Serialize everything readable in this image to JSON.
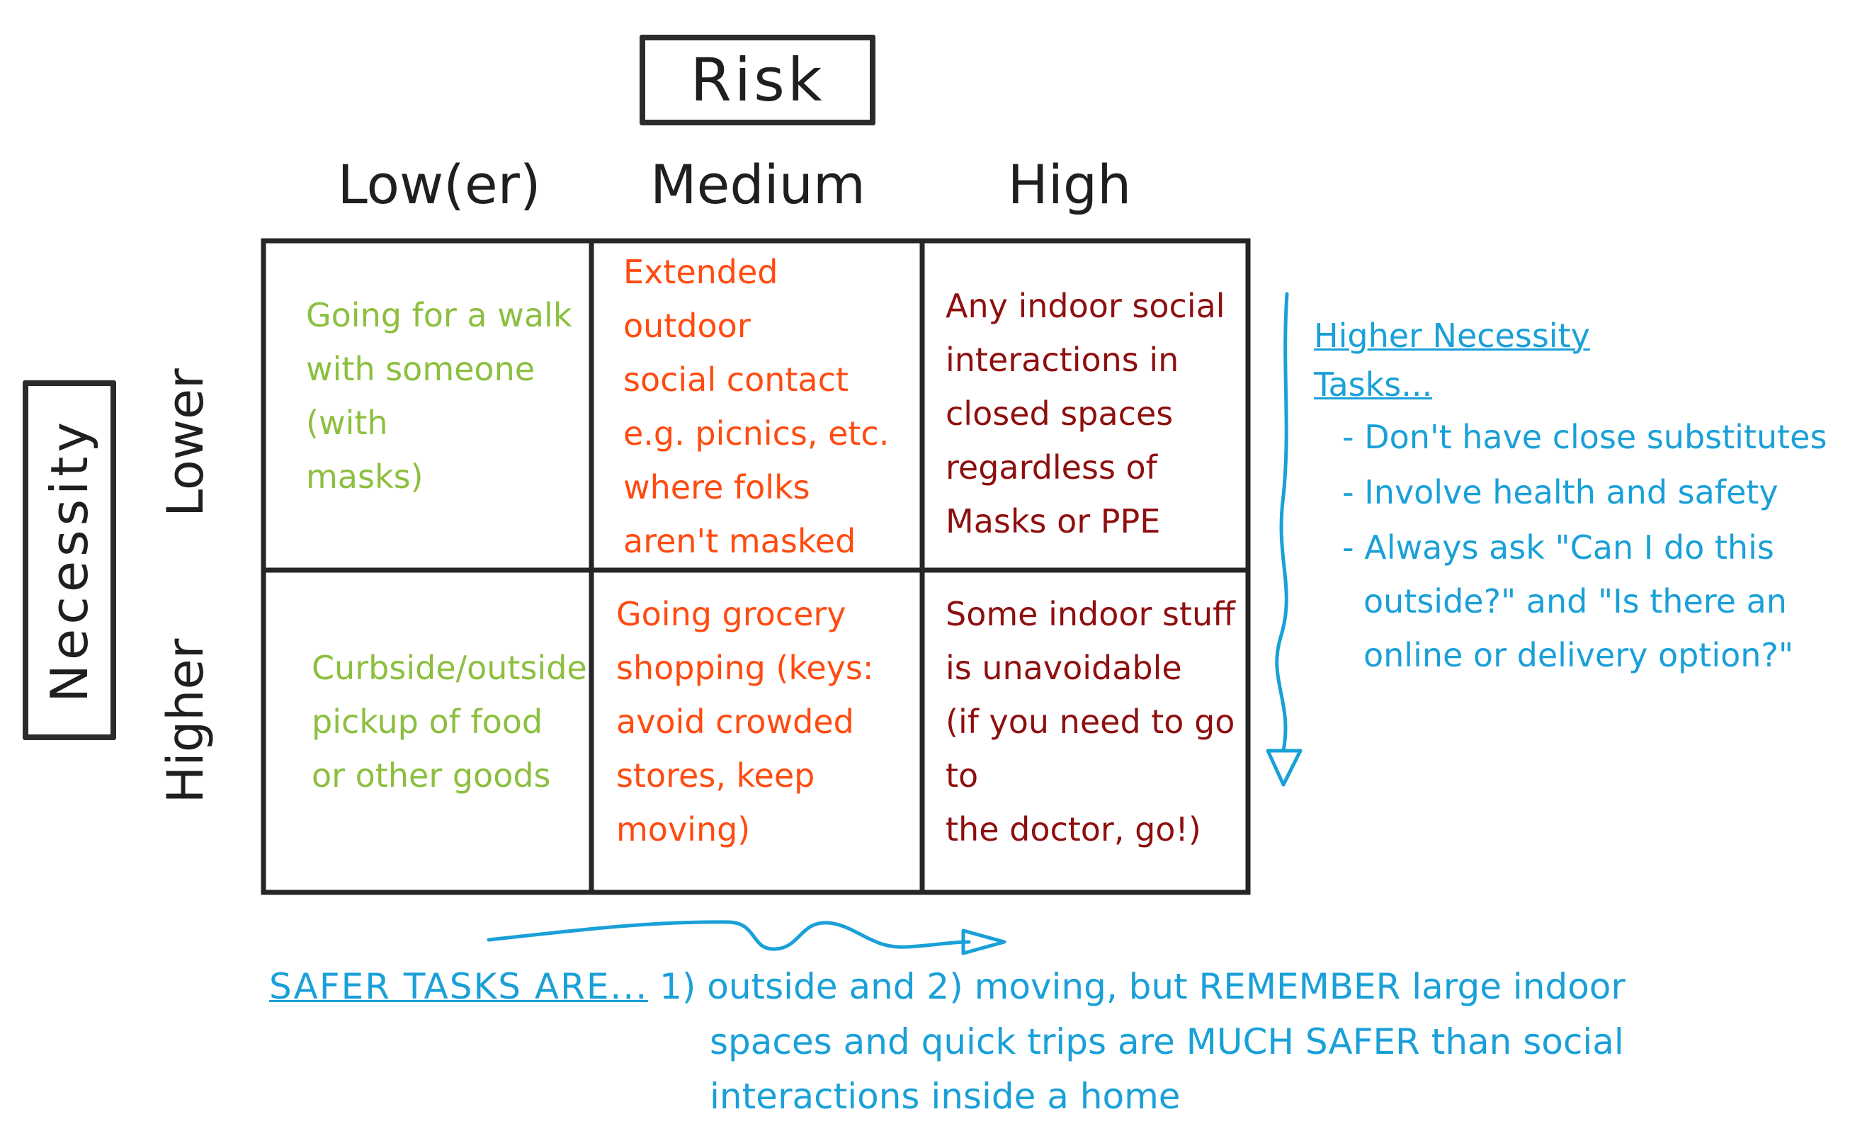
{
  "risk_axis": {
    "title": "Risk",
    "columns": [
      "Low(er)",
      "Medium",
      "High"
    ]
  },
  "necessity_axis": {
    "title": "Necessity",
    "rows": [
      "Lower",
      "Higher"
    ]
  },
  "cells": {
    "lower_low": "Going for a walk\nwith someone (with\nmasks)",
    "lower_medium": "Extended outdoor\nsocial contact\ne.g. picnics, etc.\nwhere folks\naren't masked",
    "lower_high": "Any indoor social\ninteractions in\nclosed spaces\nregardless of\nMasks or PPE",
    "higher_low": "Curbside/outside\npickup of food\nor other goods",
    "higher_medium": "Going grocery\nshopping (keys:\navoid crowded\nstores, keep\nmoving)",
    "higher_high": "Some indoor stuff\nis unavoidable\n(if you need to go to\nthe doctor, go!)"
  },
  "side_notes": {
    "title_line1": "Higher Necessity",
    "title_line2": "Tasks...",
    "bullets": [
      "- Don't have close substitutes",
      "- Involve health and safety",
      "- Always ask \"Can I do this outside?\" and \"Is there an online or delivery option?\""
    ]
  },
  "bottom_note": {
    "lead": "SAFER TASKS ARE...",
    "line1": "1) outside and 2) moving, but REMEMBER large indoor",
    "line2": "spaces and quick trips are MUCH SAFER than social",
    "line3": "interactions inside a home"
  },
  "colors": {
    "ink": "#1f1f1f",
    "green": "#8cbf3f",
    "orange": "#ff4b10",
    "red": "#8e0f0f",
    "blue": "#1aa0d8"
  }
}
